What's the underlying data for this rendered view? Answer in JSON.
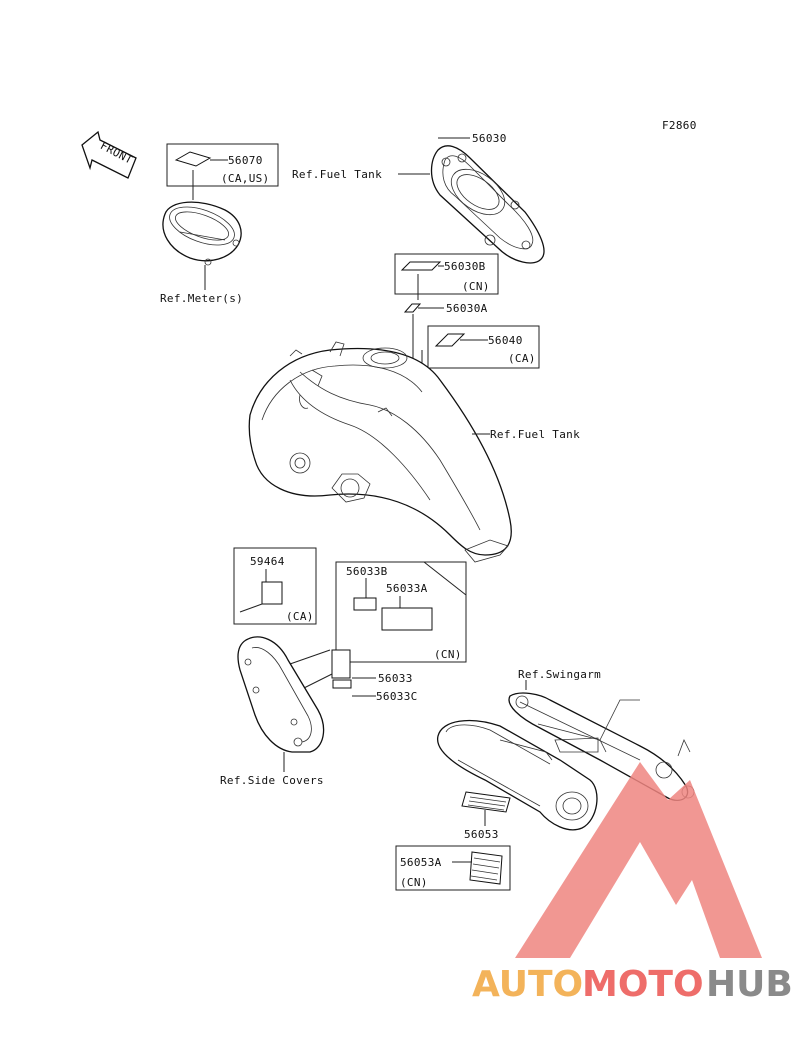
{
  "figure_code": "F2860",
  "front_label": "FRONT",
  "labels": {
    "p56030": "56030",
    "ref_fuel_tank_top": "Ref.Fuel Tank",
    "p56070": "56070",
    "p56070_region": "(CA,US)",
    "ref_meter": "Ref.Meter(s)",
    "p56030B": "56030B",
    "p56030B_region": "(CN)",
    "p56030A": "56030A",
    "p56040": "56040",
    "p56040_region": "(CA)",
    "ref_fuel_tank_mid": "Ref.Fuel Tank",
    "p59464": "59464",
    "p59464_region": "(CA)",
    "p56033B": "56033B",
    "p56033A": "56033A",
    "p56033AB_region": "(CN)",
    "p56033": "56033",
    "p56033C": "56033C",
    "ref_side_covers": "Ref.Side Covers",
    "ref_swingarm": "Ref.Swingarm",
    "p56053": "56053",
    "p56053A": "56053A",
    "p56053A_region": "(CN)"
  },
  "watermark": {
    "part1": "AUTO",
    "part2": "MOTO",
    "part3": "HUB"
  },
  "colors": {
    "watermark_orange": "#f3b35a",
    "watermark_red": "#ee6d6a",
    "watermark_gray": "#8a8a8a",
    "watermark_triangle": "#ef8580"
  }
}
